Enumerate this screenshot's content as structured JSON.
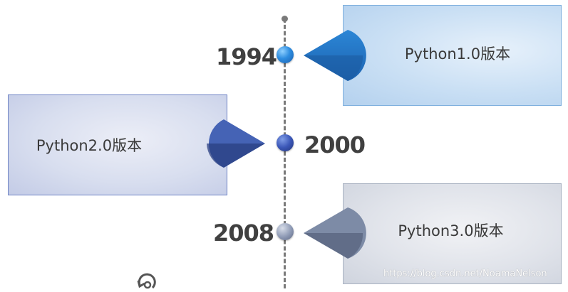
{
  "heading_fragment": "",
  "timeline": {
    "events": [
      {
        "year": "1994",
        "label": "Python1.0版本",
        "color": "#2e8de0"
      },
      {
        "year": "2000",
        "label": "Python2.0版本",
        "color": "#3b57b8"
      },
      {
        "year": "2008",
        "label": "Python3.0版本",
        "color": "#8d99b4"
      }
    ]
  },
  "watermark": "https://blog.csdn.net/NoamaNelson",
  "icons": {
    "refresh": "refresh-icon"
  }
}
